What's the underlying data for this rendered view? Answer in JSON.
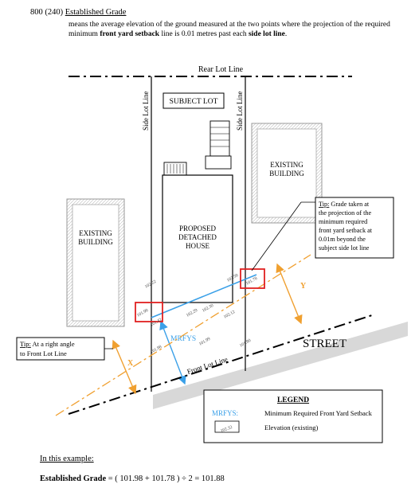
{
  "header": {
    "section": "800 (240)",
    "term": "Established Grade"
  },
  "definition": {
    "part1": "means the average elevation of the ground measured at the two points where the projection of the required minimum ",
    "bold1": "front yard setback",
    "part2": " line is 0.01 metres past each ",
    "bold2": "side lot line",
    "part3": "."
  },
  "diagram": {
    "rear_lot_line": "Rear Lot Line",
    "side_lot_line": "Side Lot Line",
    "subject_lot": "SUBJECT LOT",
    "existing_building_left": [
      "EXISTING",
      "BUILDING"
    ],
    "existing_building_right": [
      "EXISTING",
      "BUILDING"
    ],
    "proposed_house": [
      "PROPOSED",
      "DETACHED",
      "HOUSE"
    ],
    "street": "STREET",
    "front_lot_line": "Front Lot Line",
    "mrfys": "MRFYS",
    "dim_x": "X",
    "dim_y": "Y",
    "tip_left": {
      "title": "Tip:",
      "lines": [
        " At a right angle",
        "to Front Lot Line"
      ]
    },
    "tip_right": {
      "title": "Tip:",
      "lines": [
        " Grade taken at",
        "the projection of the",
        "minimum required",
        "front yard setback at",
        "0.01m beyond the",
        "subject side lot line"
      ]
    },
    "elevations": [
      "102.22",
      "101.98",
      "101.42",
      "102.29",
      "102.30",
      "102.12",
      "101.99",
      "101.80",
      "102.58",
      "101.78",
      "101.98"
    ],
    "legend": {
      "title": "LEGEND",
      "mrfys_key": "MRFYS:",
      "mrfys_desc": "Minimum Required Front Yard Setback",
      "elev_sample": "102.32",
      "elev_desc": "Elevation (existing)"
    },
    "colors": {
      "mrfys": "#3aa0e8",
      "dimension": "#f0a030",
      "highlight": "#e02020",
      "street": "#d8d8d8"
    }
  },
  "example": {
    "label": "In this example:",
    "term": "Established Grade",
    "formula": " = ( 101.98 + 101.78 ) ÷ 2 = 101.88"
  }
}
